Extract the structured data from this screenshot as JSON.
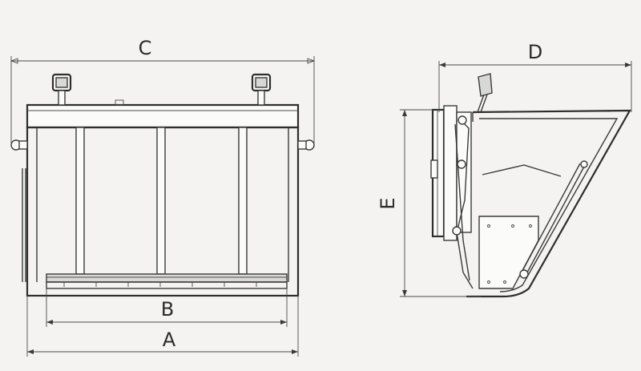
{
  "dimensions": {
    "a": "A",
    "b": "B",
    "c": "C",
    "d": "D",
    "e": "E"
  },
  "colors": {
    "line": "#3a3a3a",
    "background": "#f4f3f1"
  }
}
